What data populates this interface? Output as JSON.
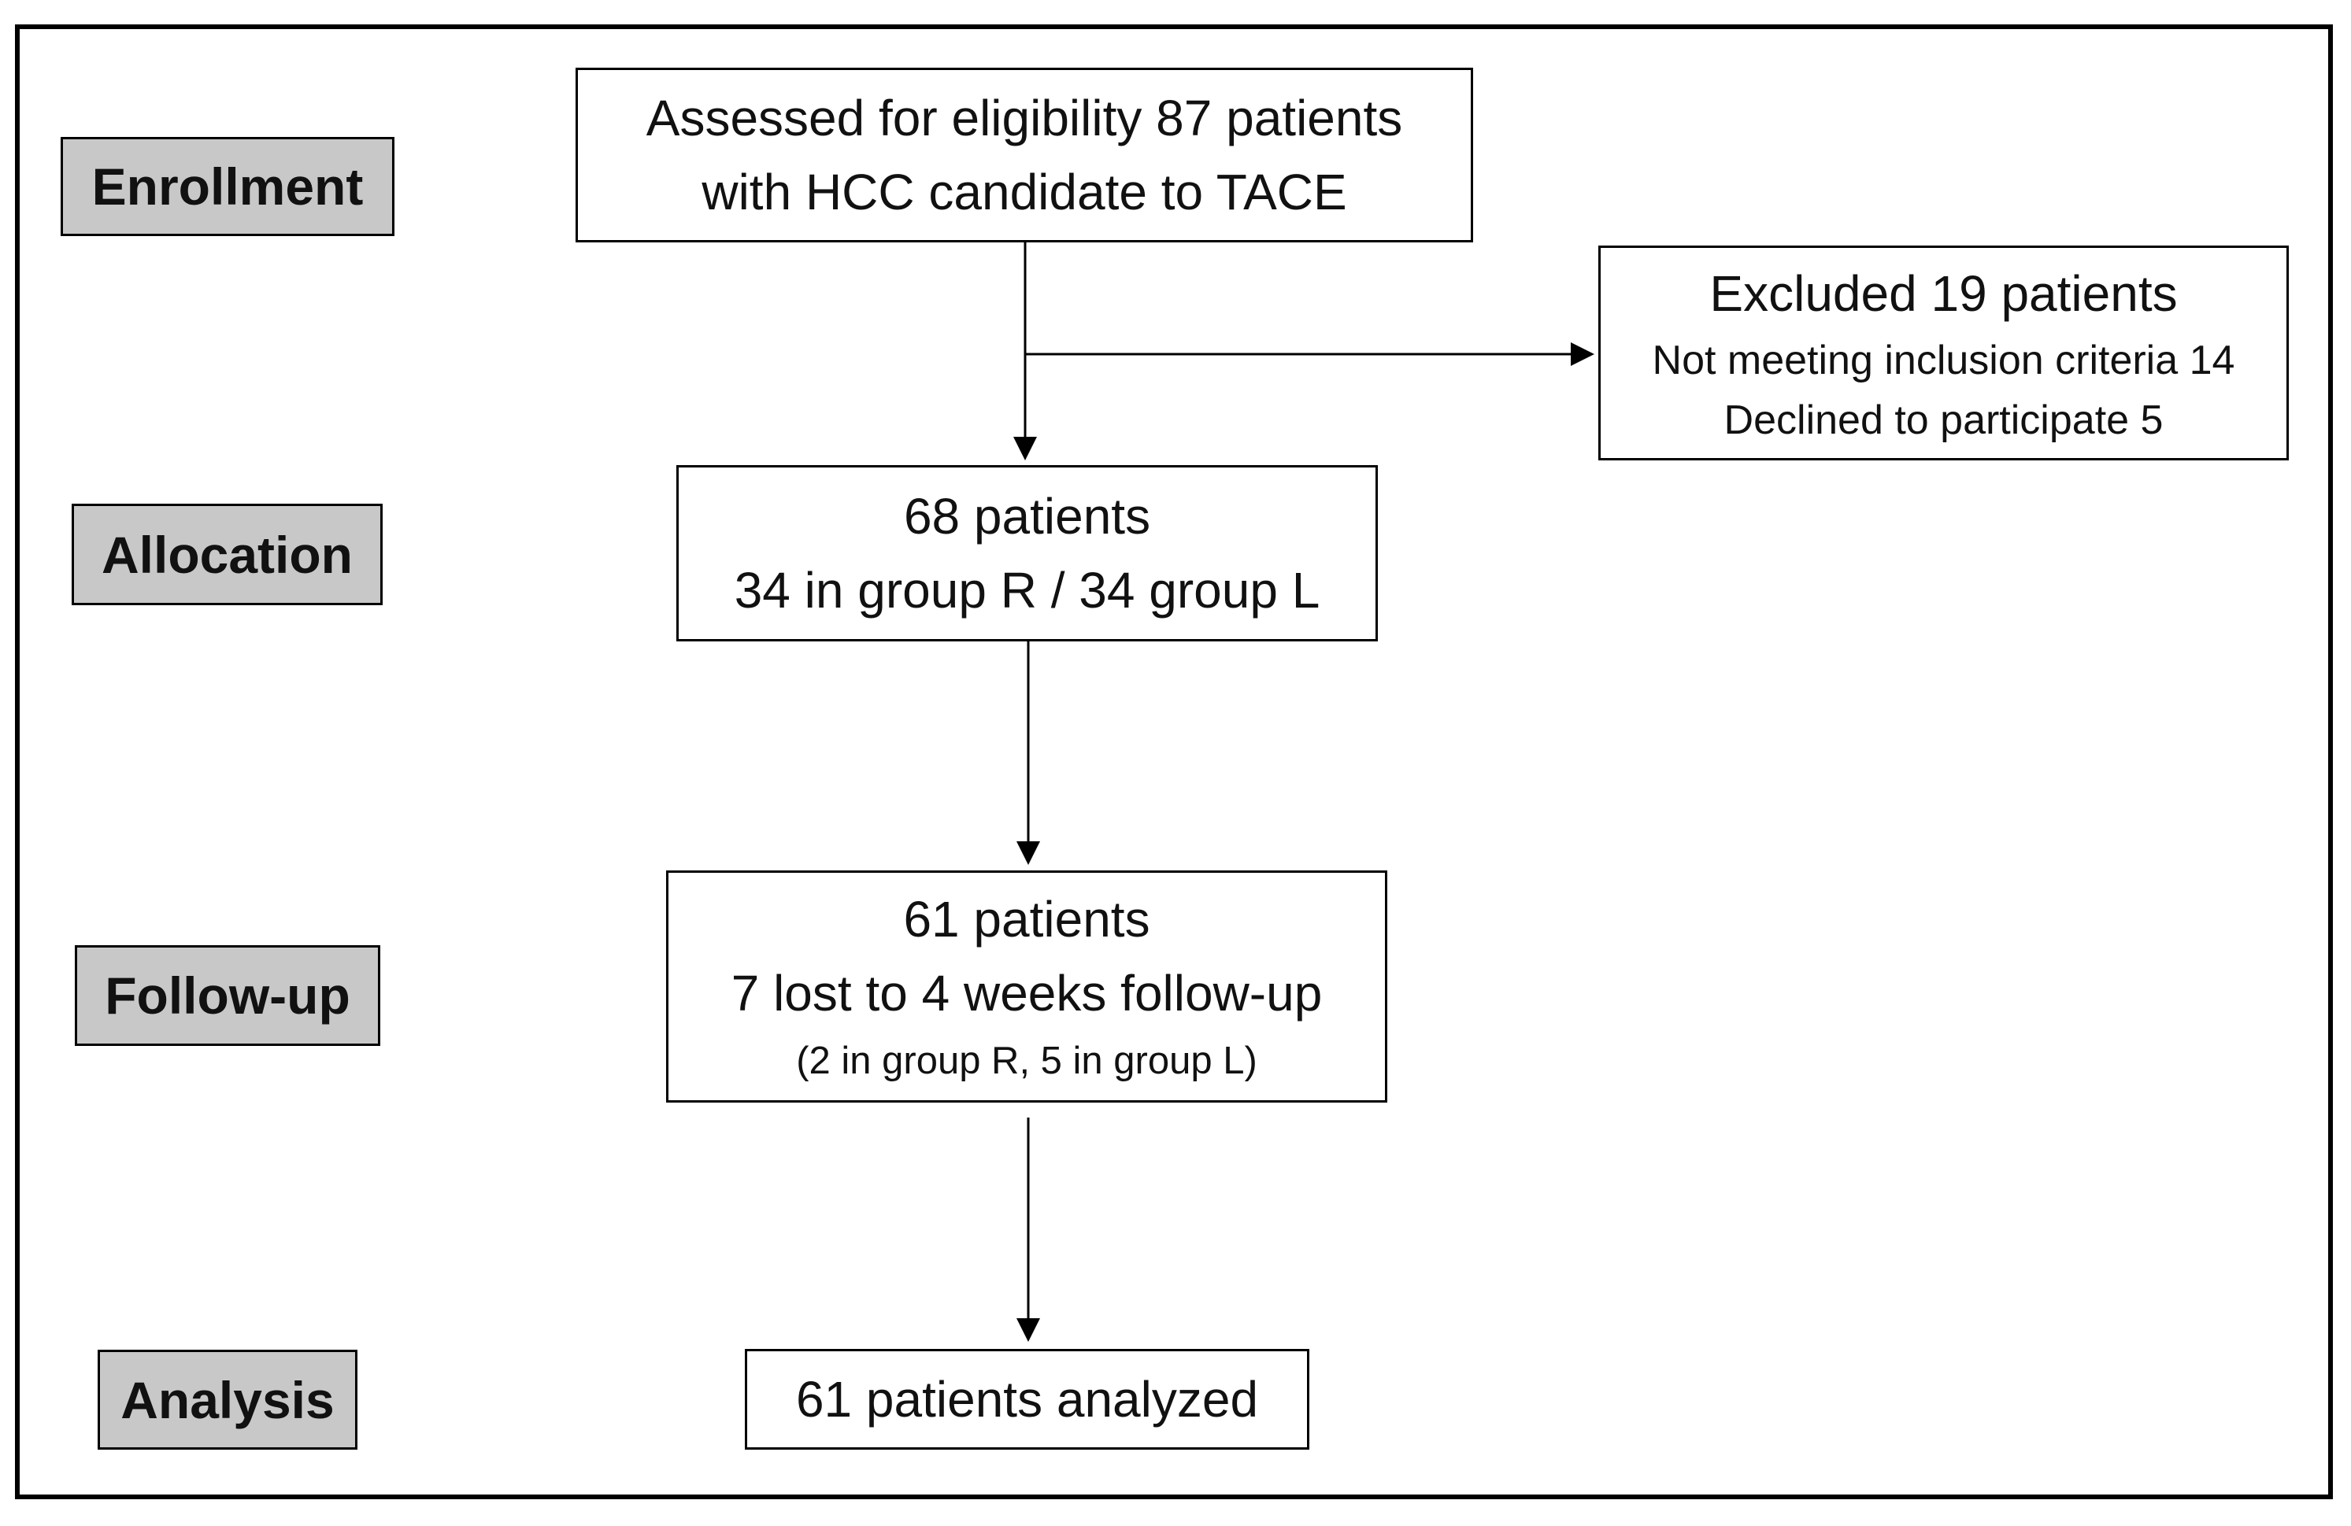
{
  "stages": {
    "enrollment": "Enrollment",
    "allocation": "Allocation",
    "followup": "Follow-up",
    "analysis": "Analysis"
  },
  "boxes": {
    "eligibility": {
      "line1": "Assessed for eligibility 87 patients",
      "line2": "with HCC candidate to TACE"
    },
    "excluded": {
      "title": "Excluded 19 patients",
      "reason1": "Not meeting inclusion criteria 14",
      "reason2": "Declined to participate 5"
    },
    "allocation": {
      "line1": "68 patients",
      "line2": "34 in group R / 34 group L"
    },
    "followup": {
      "line1": "61 patients",
      "line2": "7 lost to 4 weeks follow-up",
      "line3": "(2 in group R, 5 in group L)"
    },
    "analysis": {
      "line1": "61 patients analyzed"
    }
  }
}
